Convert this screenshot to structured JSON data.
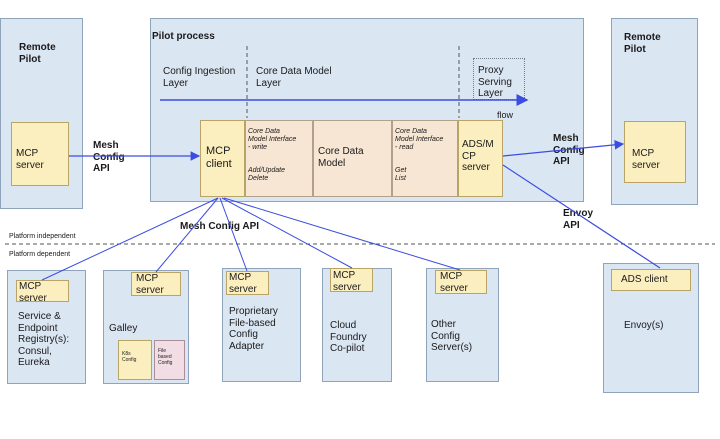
{
  "remote_pilot_left": {
    "title": "Remote\nPilot",
    "mcp_server": "MCP\nserver"
  },
  "remote_pilot_right": {
    "title": "Remote\nPilot",
    "mcp_server": "MCP\nserver"
  },
  "mesh_config_api_left": "Mesh\nConfig\nAPI",
  "mesh_config_api_right": "Mesh\nConfig\nAPI",
  "pilot": {
    "title": "Pilot process",
    "config_ingestion_layer": "Config Ingestion\nLayer",
    "core_data_model_layer": "Core Data Model\nLayer",
    "proxy_serving_layer": "Proxy\nServing\nLayer",
    "flow": "flow",
    "mcp_client": "MCP\nclient",
    "cdm_write": "Core Data\nModel Interface\n- write",
    "add_update_delete": "Add/Update\nDelete",
    "core_data_model": "Core Data\nModel",
    "cdm_read": "Core Data\nModel Interface\n- read",
    "get_list": "Get\nList",
    "ads_mcp_server": "ADS/M\nCP\nserver"
  },
  "mesh_config_api_center": "Mesh Config API",
  "envoy_api": "Envoy\nAPI",
  "platform_independent": "Platform independent",
  "platform_dependent": "Platform dependent",
  "adapters": {
    "registry": {
      "mcp": "MCP\nserver",
      "label": "Service &\nEndpoint\nRegistry(s):\nConsul,\nEureka"
    },
    "galley": {
      "mcp": "MCP\nserver",
      "label": "Galley",
      "k8s": "K8s\nConfig",
      "file": "File\nbased\nConfig"
    },
    "file_adapter": {
      "mcp": "MCP\nserver",
      "label": "Proprietary\nFile-based\nConfig\nAdapter"
    },
    "cloud_foundry": {
      "mcp": "MCP\nserver",
      "label": "Cloud\nFoundry\nCo-pilot"
    },
    "other": {
      "mcp": "MCP\nserver",
      "label": "Other\nConfig\nServer(s)"
    },
    "envoy": {
      "ads_client": "ADS client",
      "label": "Envoy(s)"
    }
  }
}
